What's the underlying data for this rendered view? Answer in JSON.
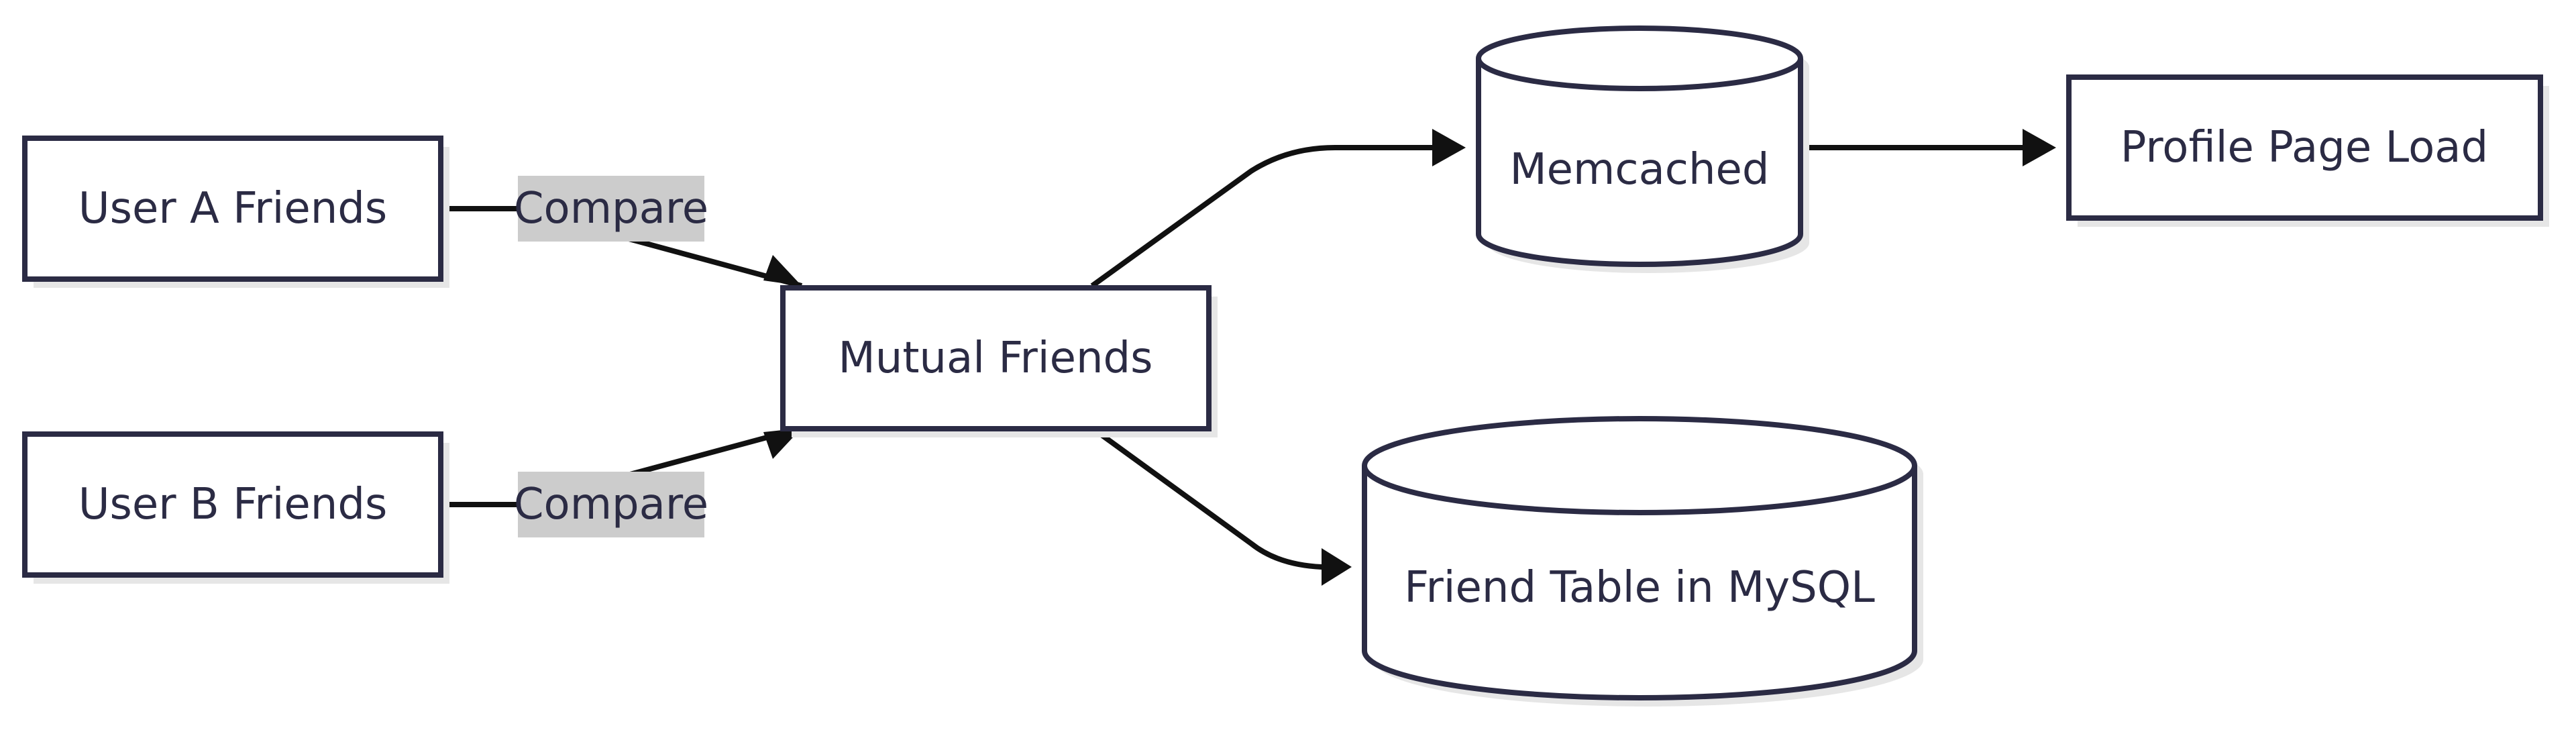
{
  "diagram": {
    "nodes": {
      "user_a": {
        "label": "User A Friends"
      },
      "user_b": {
        "label": "User B Friends"
      },
      "mutual": {
        "label": "Mutual Friends"
      },
      "memcached": {
        "label": "Memcached"
      },
      "mysql": {
        "label": "Friend Table in MySQL"
      },
      "profile": {
        "label": "Profile Page Load"
      }
    },
    "edges": {
      "a_to_mutual": {
        "label": "Compare"
      },
      "b_to_mutual": {
        "label": "Compare"
      }
    },
    "colors": {
      "node_stroke": "#2b2b44",
      "node_fill": "#ffffff",
      "shadow": "#e6e6e6",
      "edge": "#111111",
      "edge_label_bg": "#cccccc",
      "text": "#2b2b44"
    }
  }
}
